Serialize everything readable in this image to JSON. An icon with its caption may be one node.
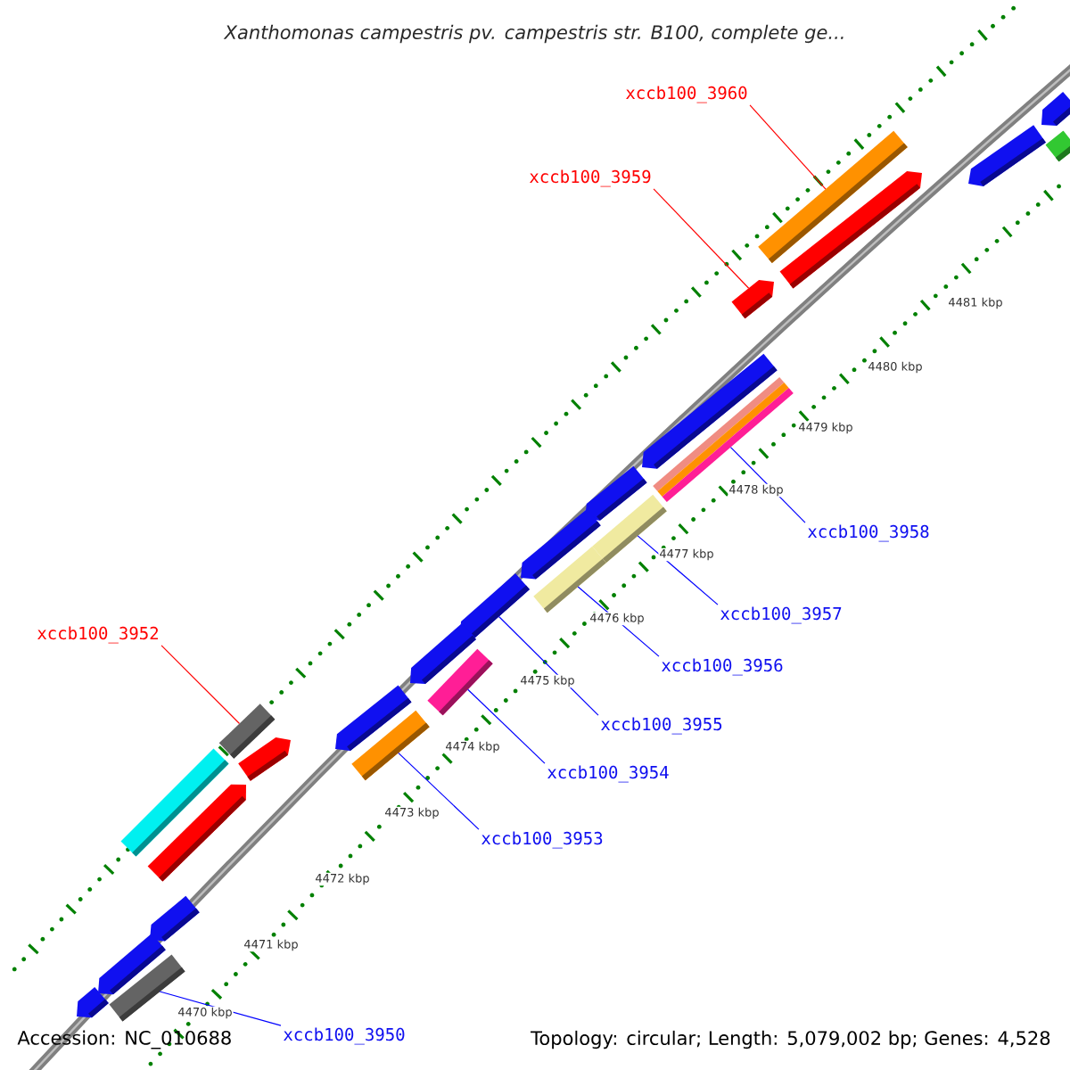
{
  "diagram": {
    "title": "Xanthomonas campestris pv. campestris str. B100, complete ge...",
    "nodes": [
      {
        "text": [
          "xccb100_3960"
        ]
      },
      {
        "text": [
          "xccb100_3959"
        ]
      },
      {
        "text": [
          "xccb100_3958"
        ]
      },
      {
        "text": [
          "xccb100_3957"
        ]
      },
      {
        "text": [
          "xccb100_3952"
        ]
      },
      {
        "text": [
          "xccb100_3956"
        ]
      },
      {
        "text": [
          "xccb100_3955"
        ]
      },
      {
        "text": [
          "xccb100_3954"
        ]
      },
      {
        "text": [
          "xccb100_3953"
        ]
      },
      {
        "text": [
          "xccb100_3950"
        ]
      },
      {
        "text": [],
        "shape": "bar"
      },
      {
        "text": [],
        "shape": "bar"
      },
      {
        "text": [],
        "shape": "bar"
      },
      {
        "text": [],
        "shape": "bar"
      },
      {
        "text": [],
        "shape": "bar"
      },
      {
        "text": [],
        "shape": "bar"
      },
      {
        "text": [],
        "shape": "bar"
      },
      {
        "text": [],
        "shape": "bar"
      },
      {
        "text": [],
        "shape": "bar"
      },
      {
        "text": [],
        "shape": "bar"
      },
      {
        "text": [],
        "shape": "bar"
      },
      {
        "text": [],
        "shape": "bar"
      },
      {
        "text": [],
        "shape": "bar"
      },
      {
        "text": [],
        "shape": "bar"
      },
      {
        "text": [],
        "shape": "bar"
      },
      {
        "text": [],
        "shape": "bar"
      },
      {
        "text": [],
        "shape": "bar"
      },
      {
        "text": [],
        "shape": "bar"
      },
      {
        "text": [],
        "shape": "bar"
      },
      {
        "text": [],
        "shape": "bar"
      },
      {
        "text": [],
        "shape": "bar"
      },
      {
        "text": [],
        "shape": "bar"
      },
      {
        "text": [],
        "shape": "bar"
      },
      {
        "text": [],
        "shape": "bar"
      },
      {
        "text": [],
        "shape": "bar"
      }
    ],
    "edges": [
      {
        "from": 0,
        "to": 13,
        "arrow": "none",
        "color": "#ff0000"
      },
      {
        "from": 1,
        "to": 15,
        "arrow": "none",
        "color": "#ff0000"
      },
      {
        "from": 2,
        "to": 17,
        "arrow": "none"
      },
      {
        "from": 3,
        "to": 19,
        "arrow": "none"
      },
      {
        "from": 4,
        "to": 26,
        "arrow": "none",
        "color": "#ff0000"
      },
      {
        "from": 5,
        "to": 21,
        "arrow": "none"
      },
      {
        "from": 6,
        "to": 22,
        "arrow": "none"
      },
      {
        "from": 7,
        "to": 24,
        "arrow": "none"
      },
      {
        "from": 8,
        "to": 27,
        "arrow": "none"
      },
      {
        "from": 9,
        "to": 33,
        "arrow": "none"
      }
    ],
    "labels": [
      "4481 kbp",
      "4480 kbp",
      "4479 kbp",
      "4478 kbp",
      "4477 kbp",
      "4476 kbp",
      "4475 kbp",
      "4474 kbp",
      "4473 kbp",
      "4472 kbp",
      "4471 kbp",
      "4470 kbp",
      "Accession: NC_010688",
      "Topology: circular; Length: 5,079,002 bp; Genes: 4,528"
    ]
  }
}
